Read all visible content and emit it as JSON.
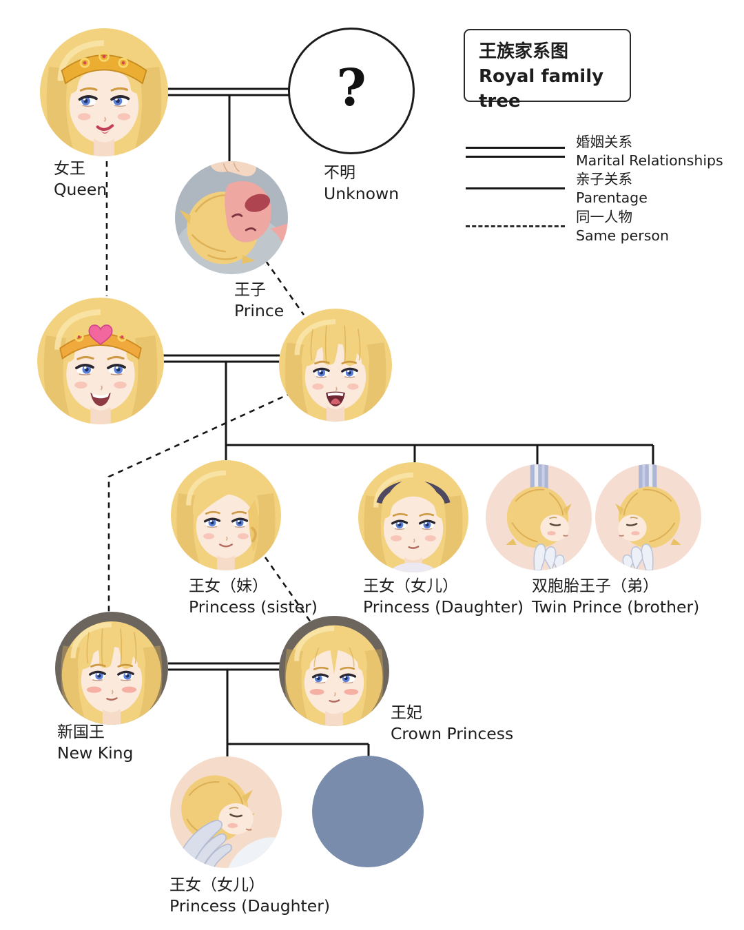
{
  "title": {
    "zh": "王族家系图",
    "en": "Royal family tree"
  },
  "legend": [
    {
      "type": "marriage",
      "zh": "婚姻关系",
      "en": "Marital Relationships"
    },
    {
      "type": "parentage",
      "zh": "亲子关系",
      "en": "Parentage"
    },
    {
      "type": "same-person",
      "zh": "同一人物",
      "en": "Same person"
    }
  ],
  "nodes": [
    {
      "id": "queen",
      "zh": "女王",
      "en": "Queen",
      "portrait": "queen"
    },
    {
      "id": "unknown",
      "zh": "不明",
      "en": "Unknown",
      "portrait": "question",
      "symbol": "?"
    },
    {
      "id": "prince",
      "zh": "王子",
      "en": "Prince",
      "portrait": "baby-prince"
    },
    {
      "id": "queen-later",
      "zh": "",
      "en": "",
      "portrait": "queen-heart-tiara"
    },
    {
      "id": "prince-as-girl",
      "zh": "",
      "en": "",
      "portrait": "girl-open-smile"
    },
    {
      "id": "princess-sister",
      "zh": "王女（妹）",
      "en": "Princess (sister)",
      "portrait": "girl-side-bangs"
    },
    {
      "id": "princess-daughter",
      "zh": "王女（女儿）",
      "en": "Princess (Daughter)",
      "portrait": "girl-hairband"
    },
    {
      "id": "twin-prince-a",
      "zh": "双胞胎王子（弟）",
      "en": "Twin Prince (brother)",
      "portrait": "baby-twin"
    },
    {
      "id": "twin-prince-b",
      "zh": "",
      "en": "",
      "portrait": "baby-twin-2"
    },
    {
      "id": "new-king",
      "zh": "新国王",
      "en": "New King",
      "portrait": "bob-blush"
    },
    {
      "id": "crown-princess",
      "zh": "王妃",
      "en": "Crown Princess",
      "portrait": "bob-vpart"
    },
    {
      "id": "princess-daughter-2",
      "zh": "王女（女儿）",
      "en": "Princess (Daughter)",
      "portrait": "baby-sleep"
    },
    {
      "id": "unknown-child",
      "zh": "",
      "en": "",
      "portrait": "plain",
      "color": "#7A8CAC"
    }
  ],
  "edges": [
    {
      "id": "m-queen-unknown",
      "type": "marriage",
      "between": [
        "queen",
        "unknown"
      ]
    },
    {
      "id": "m-queenlater-girl",
      "type": "marriage",
      "between": [
        "queen-later",
        "prince-as-girl"
      ]
    },
    {
      "id": "m-newking-crown",
      "type": "marriage",
      "between": [
        "new-king",
        "crown-princess"
      ]
    },
    {
      "id": "p-prince-drop",
      "type": "parentage",
      "from": "queen+unknown",
      "to": "prince"
    },
    {
      "id": "p-gen2-trunk",
      "type": "parentage",
      "from": "queen-later+prince-as-girl",
      "to": "princess-sister"
    },
    {
      "id": "p-gen2-rail",
      "type": "parentage",
      "from": "queen-later+prince-as-girl",
      "to": "children"
    },
    {
      "id": "p-daughter-stub",
      "type": "parentage",
      "from": "children-rail",
      "to": "princess-daughter"
    },
    {
      "id": "p-twina-stub",
      "type": "parentage",
      "from": "children-rail",
      "to": "twin-prince-a"
    },
    {
      "id": "p-twinb-stub",
      "type": "parentage",
      "from": "children-rail",
      "to": "twin-prince-b"
    },
    {
      "id": "p-gen3-trunk",
      "type": "parentage",
      "from": "new-king+crown-princess",
      "to": "princess-daughter-2"
    },
    {
      "id": "p-gen3-rail",
      "type": "parentage",
      "from": "new-king+crown-princess",
      "to": "unknown-child"
    },
    {
      "id": "p-blue-stub",
      "type": "parentage",
      "from": "gen3-rail",
      "to": "unknown-child"
    },
    {
      "id": "s-queen",
      "type": "same-person",
      "between": [
        "queen",
        "queen-later"
      ]
    },
    {
      "id": "s-prince",
      "type": "same-person",
      "between": [
        "prince",
        "prince-as-girl"
      ]
    },
    {
      "id": "s-newking",
      "type": "same-person",
      "between": [
        "prince-as-girl",
        "new-king"
      ]
    },
    {
      "id": "s-crown",
      "type": "same-person",
      "between": [
        "princess-sister",
        "crown-princess"
      ]
    }
  ],
  "colors": {
    "line": "#151515",
    "text": "#1d1d1d",
    "unknown_child_fill": "#7A8CAC"
  }
}
